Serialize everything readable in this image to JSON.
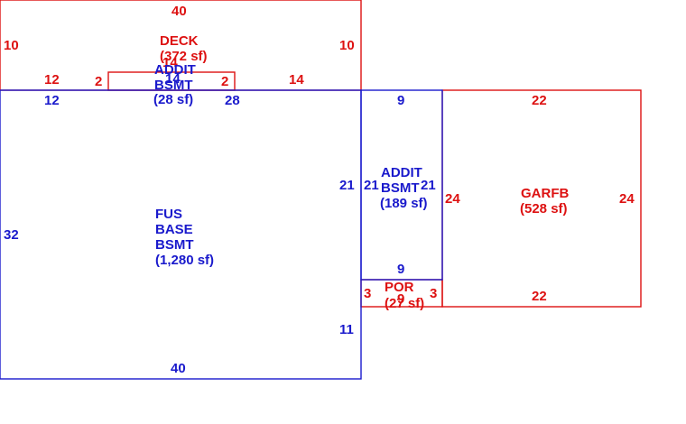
{
  "colors": {
    "red": "#dd1111",
    "blue": "#1a1acc"
  },
  "areas": {
    "deck": {
      "name": "DECK",
      "area": "(372 sf)"
    },
    "addit_small": {
      "line1": "ADDIT",
      "line2": "BSMT",
      "area": "(28 sf)"
    },
    "fus": {
      "line1": "FUS",
      "line2": "BASE",
      "line3": "BSMT",
      "area": "(1,280 sf)"
    },
    "addit_right": {
      "line1": "ADDIT",
      "line2": "BSMT",
      "area": "(189 sf)"
    },
    "garfb": {
      "name": "GARFB",
      "area": "(528 sf)"
    },
    "por": {
      "name": "POR",
      "area": "(27 sf)"
    }
  },
  "dims": {
    "deck_top": "40",
    "deck_left": "10",
    "deck_right": "10",
    "deck_bottom_left": "12",
    "deck_bottom_right": "14",
    "deck_inner": "14",
    "addit_small_left": "2",
    "addit_small_right": "2",
    "addit_small_inner": "14",
    "fus_top_left": "12",
    "fus_top_right": "28",
    "fus_left": "32",
    "fus_right_upper": "21",
    "fus_right_lower": "11",
    "fus_bottom": "40",
    "addit_right_top": "9",
    "addit_right_left": "21",
    "addit_right_right": "21",
    "addit_right_bottom": "9",
    "garfb_top": "22",
    "garfb_left": "24",
    "garfb_right": "24",
    "garfb_bottom": "22",
    "por_left": "3",
    "por_right": "3",
    "por_inner": "9"
  }
}
